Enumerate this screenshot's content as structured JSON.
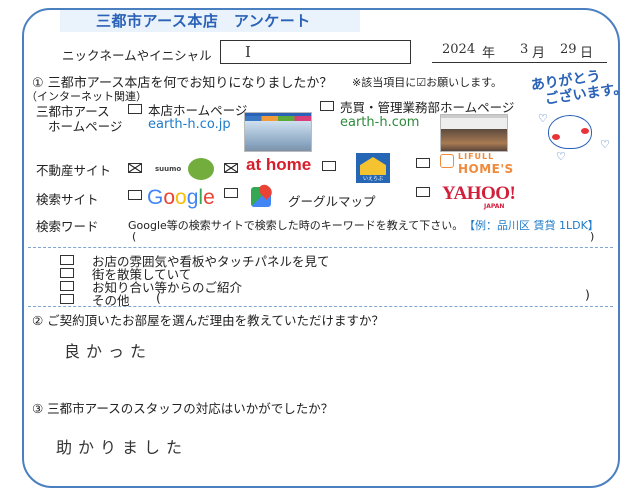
{
  "header": {
    "title": "三都市アース本店　アンケート"
  },
  "nickname": {
    "label": "ニックネームやイニシャル",
    "value": "I"
  },
  "date": {
    "year": "2024",
    "year_unit": "年",
    "month": "3",
    "month_unit": "月",
    "day": "29",
    "day_unit": "日"
  },
  "q1": {
    "question": "① 三都市アース本店を何でお知りになりましたか？",
    "note": "※該当項目に☑お願いします。",
    "internet_label": "（インターネット関連）",
    "homepage_label_line1": "三都市アース",
    "homepage_label_line2": "ホームページ",
    "homepage_options": [
      {
        "label": "本店ホームページ",
        "url": "earth-h.co.jp",
        "checked": false
      },
      {
        "label": "売買・管理業務部ホームページ",
        "url": "earth-h.com",
        "checked": false
      }
    ],
    "realestate_label": "不動産サイト",
    "realestate_options": [
      {
        "label": "suumo",
        "checked": true
      },
      {
        "label": "at home",
        "checked": true
      },
      {
        "label": "いえらぶ",
        "checked": false
      },
      {
        "label_line1": "LIFULL",
        "label_line2": "HOME'S",
        "checked": false
      }
    ],
    "search_label": "検索サイト",
    "search_options": [
      {
        "label": "Google",
        "checked": false
      },
      {
        "label": "グーグルマップ",
        "checked": false
      },
      {
        "label": "YAHOO!",
        "sub": "JAPAN",
        "checked": false
      }
    ],
    "keyword_label": "検索ワード",
    "keyword_instruction": "Google等の検索サイトで検索した時のキーワードを教えて下さい。",
    "keyword_example": "【例：品川区 賃貸 1LDK】",
    "keyword_value": "",
    "paren_open": "(",
    "paren_close": ")",
    "offline_options": [
      {
        "label": "お店の雰囲気や看板やタッチパネルを見て",
        "checked": false
      },
      {
        "label": "街を散策していて",
        "checked": false
      },
      {
        "label": "お知り合い等からのご紹介",
        "checked": false
      },
      {
        "label": "その他",
        "checked": false,
        "value": ""
      }
    ]
  },
  "q2": {
    "question": "② ご契約頂いたお部屋を選んだ理由を教えていただけますか？",
    "answer": "良かった"
  },
  "q3": {
    "question": "③ 三都市アースのスタッフの対応はいかがでしたか？",
    "answer": "助かりました"
  },
  "illustration": {
    "text_line1": "ありがとう",
    "text_line2": "ございます。"
  },
  "colors": {
    "frame": "#4a7fc0",
    "title": "#2a62b8",
    "athome": "#d61f2c",
    "yahoo": "#d11f3c",
    "lifull": "#f08a3c",
    "example": "#1f7bc9"
  }
}
